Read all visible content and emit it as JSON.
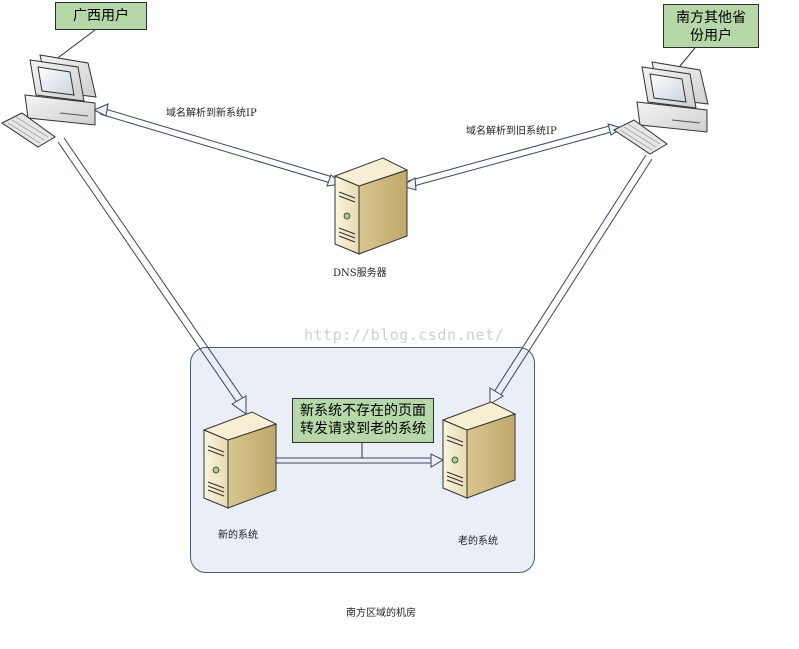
{
  "nodes": {
    "guangxi_user": "广西用户",
    "other_user_line1": "南方其他省",
    "other_user_line2": "份用户",
    "dns_server": "DNS服务器",
    "new_system": "新的系统",
    "old_system": "老的系统",
    "machine_room": "南方区域的机房"
  },
  "edges": {
    "to_new_ip": "域名解析到新系统IP",
    "to_old_ip": "域名解析到旧系统IP"
  },
  "note": {
    "line1": "新系统不存在的页面",
    "line2": "转发请求到老的系统"
  },
  "watermark": "http://blog.csdn.net/",
  "colors": {
    "callout_fill": "#b6d7a8",
    "room_fill": "#e9eef7",
    "room_border": "#4a5a78",
    "arrow_fill": "#eef1f7",
    "arrow_stroke": "#3a4560",
    "server_body": "#f1e6c2"
  },
  "icons": [
    "computer-icon",
    "server-icon"
  ]
}
